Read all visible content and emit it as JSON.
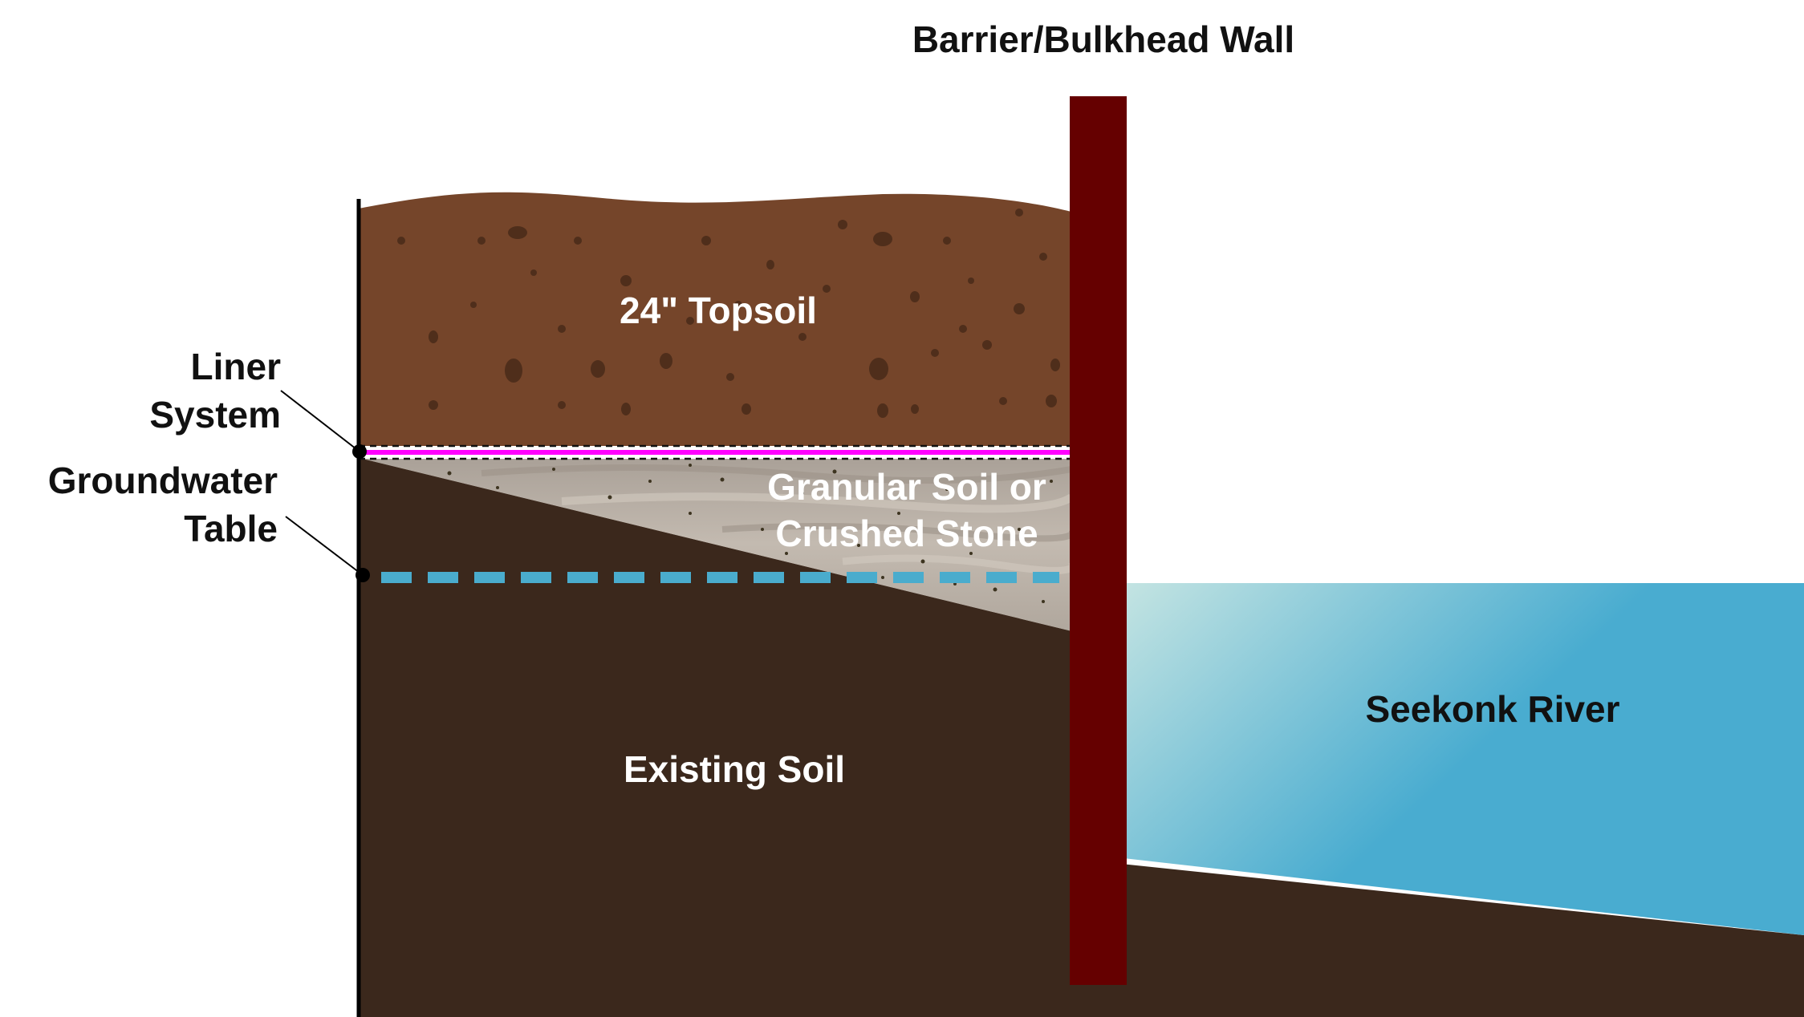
{
  "labels": {
    "wall": "Barrier/Bulkhead Wall",
    "topsoil": "24\" Topsoil",
    "liner_line1": "Liner",
    "liner_line2": "System",
    "groundwater_line1": "Groundwater",
    "groundwater_line2": "Table",
    "granular_line1": "Granular Soil or",
    "granular_line2": "Crushed Stone",
    "existing_soil": "Existing Soil",
    "river": "Seekonk River"
  },
  "colors": {
    "topsoil": "#75452a",
    "existing_soil": "#3b281c",
    "granular": "#b6aca2",
    "wall": "#650000",
    "liner": "#ff00ff",
    "groundwater": "#4aaccd",
    "river_light": "#c4e4e2",
    "river_dark": "#49acd0"
  }
}
